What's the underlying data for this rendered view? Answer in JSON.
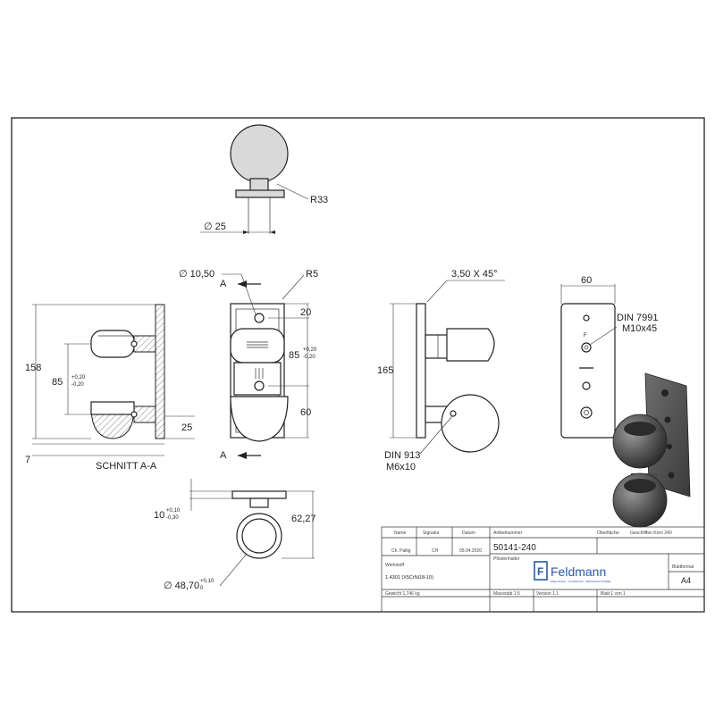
{
  "dimensions": {
    "r33": "R33",
    "d25": "∅ 25",
    "d1050": "∅ 10,50",
    "r5": "R5",
    "sectionA": "A",
    "d20": "20",
    "d85": "85",
    "tolPlus": "+0,20",
    "tolMinus": "-0,20",
    "d60a": "60",
    "d158": "158",
    "d85b": "85",
    "d25b": "25",
    "d7": "7",
    "chamfer": "3,50 X 45°",
    "d165": "165",
    "d60b": "60",
    "d10": "10",
    "tol10plus": "+0,10",
    "tol10minus": "-0,30",
    "d6227": "62,27",
    "d4870": "∅ 48,70",
    "tol4870": "+0,10",
    "tol4870b": "0"
  },
  "labels": {
    "section": "SCHNITT A-A",
    "din913a": "DIN 913",
    "din913b": "M6x10",
    "din7991a": "DIN 7991",
    "din7991b": "M10x45"
  },
  "titleblock": {
    "h_name": "Name",
    "h_signatur": "Signatur",
    "h_datum": "Datum",
    "h_artikel": "Artikelnummer",
    "h_oberflaeche": "Oberfläche:",
    "oberflaeche": "Geschliffen Korn 240",
    "r_name": "Ch. Pallig",
    "r_sig": "CH",
    "r_date": "05.04.2020",
    "artikelnummer": "50141-240",
    "h_werkstoff": "Werkstoff:",
    "werkstoff": "1.4301 (X5CrNi18-10)",
    "h_benennung": "Pfostenhalter",
    "h_blattformat": "Blattformat",
    "blattformat": "A4",
    "gewicht": "Gewicht 1,746 kg",
    "massstab": "Massstab 1:5",
    "version": "Version 1.1",
    "blatt": "Blatt 1 von 1",
    "brand": "Feldmann",
    "brand_sub": "EDELSTAHL · ALUMINIUM · MESSINGSYSTEME",
    "brand_color": "#2a5aa8"
  }
}
